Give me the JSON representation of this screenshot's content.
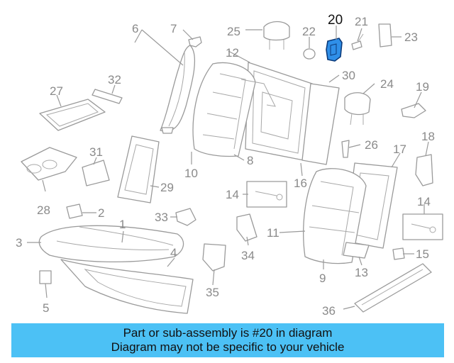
{
  "diagram": {
    "highlight_color": "#2f8fe8",
    "highlight_callout": "20",
    "callouts": [
      "6",
      "7",
      "25",
      "22",
      "21",
      "23",
      "12",
      "30",
      "24",
      "32",
      "27",
      "19",
      "26",
      "18",
      "31",
      "10",
      "8",
      "17",
      "16",
      "29",
      "14",
      "14",
      "28",
      "2",
      "11",
      "33",
      "1",
      "34",
      "15",
      "3",
      "9",
      "4",
      "13",
      "5",
      "35",
      "36"
    ]
  },
  "banner": {
    "line1": "Part or sub-assembly is #20 in diagram",
    "line2": "Diagram may not be specific to your vehicle",
    "background": "#4cc1f5"
  }
}
